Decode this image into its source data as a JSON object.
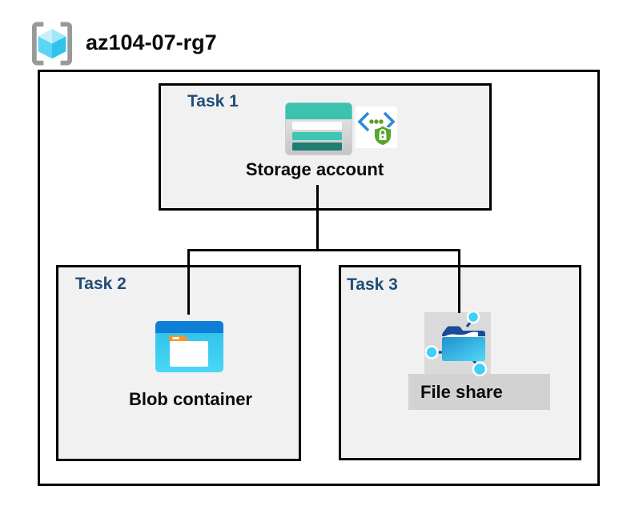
{
  "diagram": {
    "resource_group": {
      "name": "az104-07-rg7",
      "icon": "resource-group-icon"
    },
    "tasks": [
      {
        "label": "Task 1",
        "resource": "Storage account",
        "icons": [
          "storage-account-icon",
          "secure-access-shield-icon"
        ]
      },
      {
        "label": "Task 2",
        "resource": "Blob container",
        "icons": [
          "blob-container-icon"
        ]
      },
      {
        "label": "Task 3",
        "resource": "File share",
        "icons": [
          "file-share-icon"
        ]
      }
    ],
    "connections": [
      {
        "from": "Storage account",
        "to": "Blob container"
      },
      {
        "from": "Storage account",
        "to": "File share"
      }
    ],
    "colors": {
      "task_label_blue": "#1e4e79",
      "task_box_fill": "#f1f1f1",
      "box_border": "#000000",
      "storage_teal": "#3cc2b0",
      "storage_teal_dark": "#1f7d71",
      "blob_bar_blue": "#0d7fd9",
      "blob_body_cyan": "#35c9ef",
      "folder_tab_orange": "#f6952c",
      "fileshare_navy": "#1b4a9b",
      "fileshare_node_cyan": "#3ed1f7",
      "fileshare_backdrop_gray": "#d9d9d9",
      "shield_green": "#58a62b",
      "code_bracket_blue": "#2e8ad6",
      "rg_bracket_gray": "#999999"
    }
  }
}
